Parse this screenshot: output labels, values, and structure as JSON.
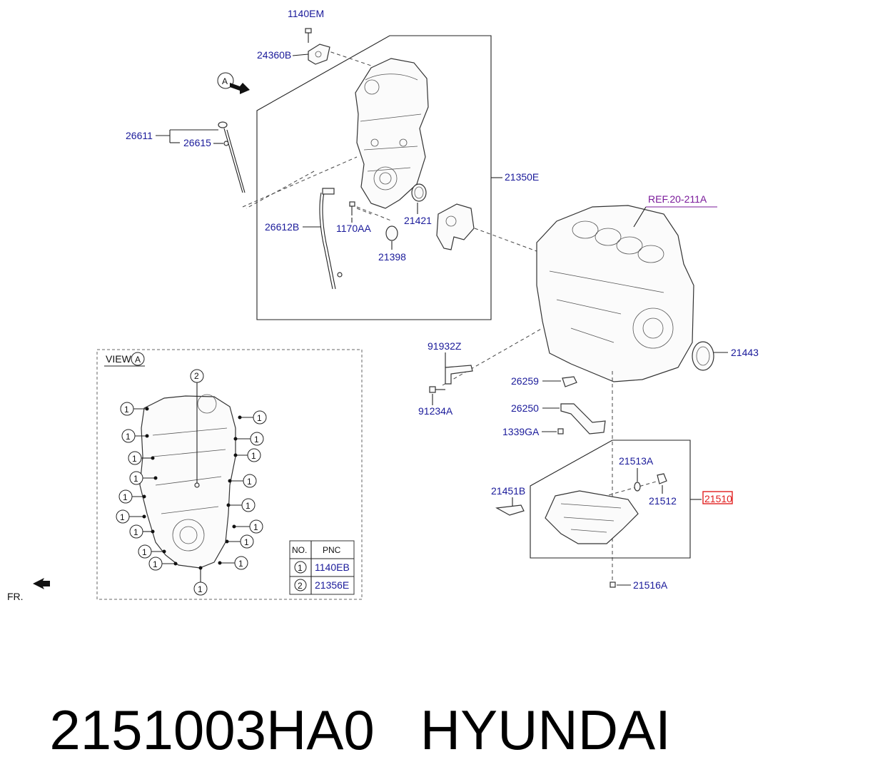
{
  "labels": {
    "bolt_top": "1140EM",
    "cover_bracket": "24360B",
    "view_a_marker": "A",
    "dipstick_assy": "26611",
    "dipstick_ring": "26615",
    "timing_cover": "21350E",
    "guide_tube": "26612B",
    "bolt_tube": "1170AA",
    "oil_seal_front": "21421",
    "o_ring": "21398",
    "ref": "REF.20-211A",
    "rear_seal": "21443",
    "bracket": "91932Z",
    "bracket_bolt": "91234A",
    "gasket": "26259",
    "oil_screen": "26250",
    "screen_bolt": "1339GA",
    "drain_gasket": "21513A",
    "drain_plug": "21512",
    "oil_pan": "21510",
    "baffle": "21451B",
    "pan_bolt": "21516A",
    "fr": "FR."
  },
  "view": {
    "title": "VIEW",
    "marker": "A",
    "callout_1": "1",
    "callout_2": "2"
  },
  "table": {
    "headers": [
      "NO.",
      "PNC"
    ],
    "rows": [
      {
        "no": "1",
        "pnc": "1140EB"
      },
      {
        "no": "2",
        "pnc": "21356E"
      }
    ]
  },
  "footer": {
    "part_number": "2151003HA0",
    "brand": "HYUNDAI"
  },
  "colors": {
    "part_label": "#1a1a9a",
    "ref_label": "#7a1a9a",
    "highlight_box": "#e02020"
  }
}
